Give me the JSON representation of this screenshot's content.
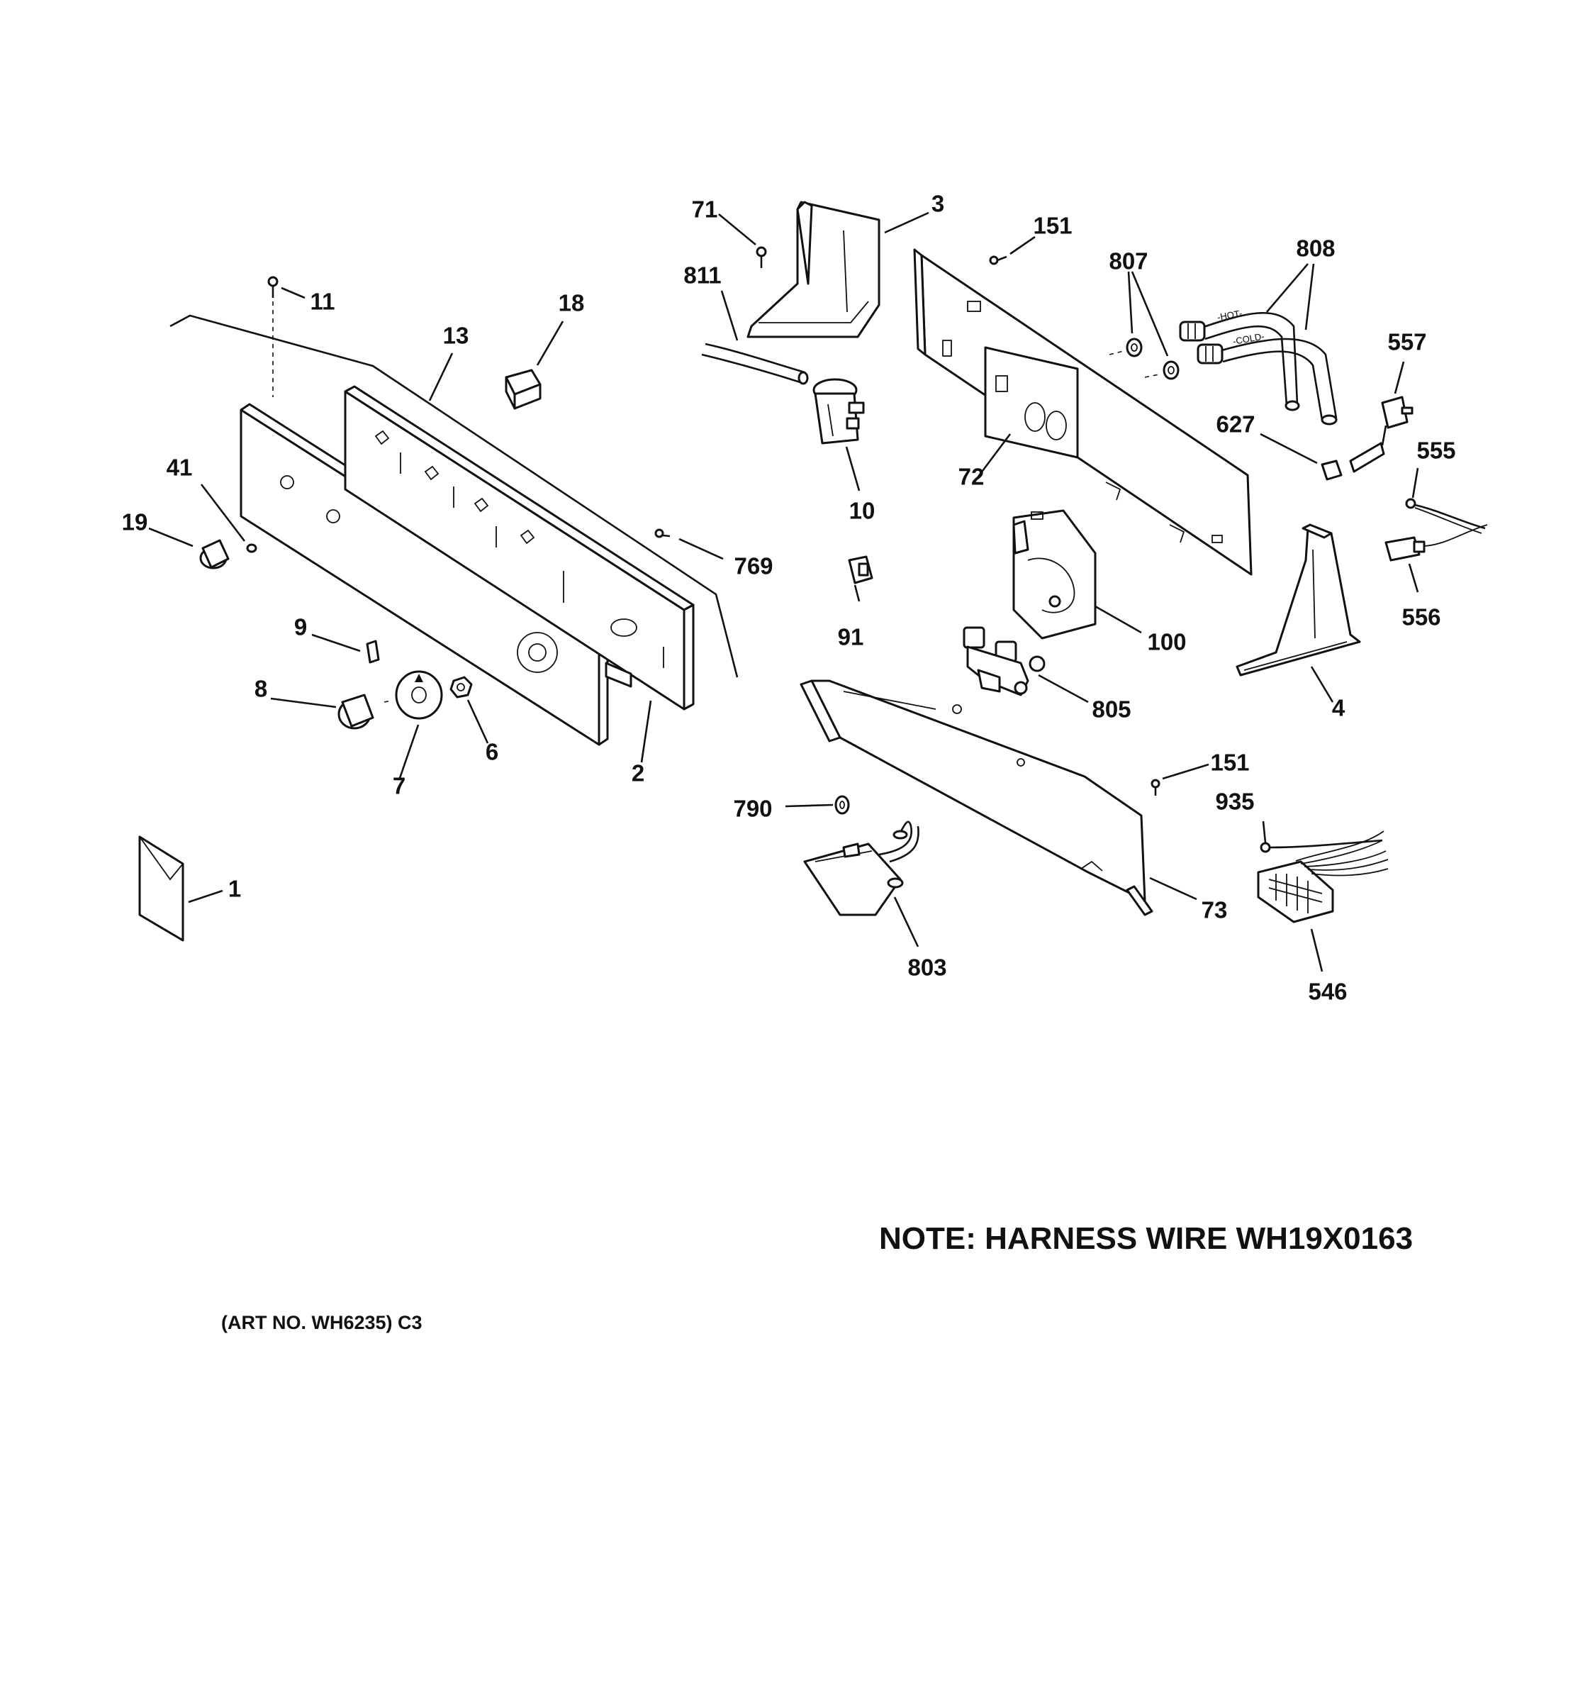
{
  "labels": [
    {
      "id": "1",
      "text": "1"
    },
    {
      "id": "2",
      "text": "2"
    },
    {
      "id": "3",
      "text": "3"
    },
    {
      "id": "4",
      "text": "4"
    },
    {
      "id": "6",
      "text": "6"
    },
    {
      "id": "7",
      "text": "7"
    },
    {
      "id": "8",
      "text": "8"
    },
    {
      "id": "9",
      "text": "9"
    },
    {
      "id": "10",
      "text": "10"
    },
    {
      "id": "11",
      "text": "11"
    },
    {
      "id": "13",
      "text": "13"
    },
    {
      "id": "18",
      "text": "18"
    },
    {
      "id": "19",
      "text": "19"
    },
    {
      "id": "41",
      "text": "41"
    },
    {
      "id": "71",
      "text": "71"
    },
    {
      "id": "72",
      "text": "72"
    },
    {
      "id": "73",
      "text": "73"
    },
    {
      "id": "91",
      "text": "91"
    },
    {
      "id": "100",
      "text": "100"
    },
    {
      "id": "151a",
      "text": "151"
    },
    {
      "id": "151b",
      "text": "151"
    },
    {
      "id": "546",
      "text": "546"
    },
    {
      "id": "555",
      "text": "555"
    },
    {
      "id": "556",
      "text": "556"
    },
    {
      "id": "557",
      "text": "557"
    },
    {
      "id": "627",
      "text": "627"
    },
    {
      "id": "769",
      "text": "769"
    },
    {
      "id": "790",
      "text": "790"
    },
    {
      "id": "803",
      "text": "803"
    },
    {
      "id": "805",
      "text": "805"
    },
    {
      "id": "807",
      "text": "807"
    },
    {
      "id": "808",
      "text": "808"
    },
    {
      "id": "811",
      "text": "811"
    },
    {
      "id": "935",
      "text": "935"
    }
  ],
  "hose_labels": {
    "hot": "-HOT-",
    "cold": "-COLD-"
  },
  "note": "NOTE: HARNESS WIRE WH19X0163",
  "art_number": "(ART NO. WH6235) C3"
}
